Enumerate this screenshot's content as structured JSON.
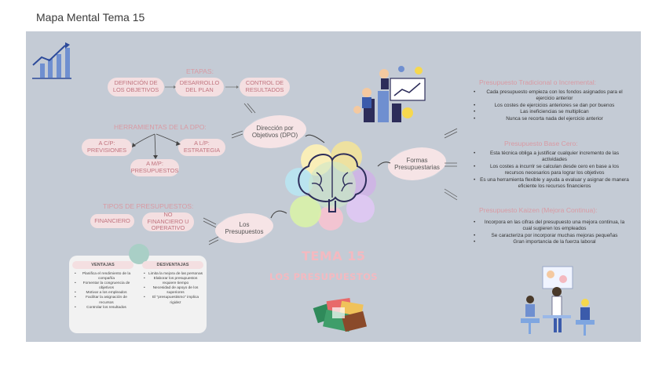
{
  "page_title": "Mapa Mental Tema 15",
  "center": {
    "title": "TEMA 15",
    "subtitle": "LOS PRESUPUESTOS"
  },
  "nodes": {
    "dpo": "Dirección por Objetivos (DPO)",
    "formas": "Formas Presupuestarias",
    "presupuestos": "Los Presupuestos"
  },
  "etapas": {
    "label": "ETAPAS:",
    "items": [
      "DEFINICIÓN DE LOS OBJETIVOS",
      "DESARROLLO DEL PLAN",
      "CONTROL DE RESULTADOS"
    ]
  },
  "herramientas": {
    "label": "HERRAMIENTAS DE LA DPO:",
    "items": [
      "A C/P: PREVISIONES",
      "A L/P: ESTRATEGIA",
      "A M/P: PRESUPUESTOS"
    ]
  },
  "tipos": {
    "label": "TIPOS DE PRESUPUESTOS:",
    "items": [
      "FINANCIERO",
      "NO FINANCIERO U OPERATIVO"
    ]
  },
  "tradicional": {
    "label": "Presupuesto Tradicional o Incremental:",
    "items": [
      "Cada presupuesto empieza con los fondos asignados para el ejercicio anterior",
      "Los costes de ejercicios anteriores se dan por buenos",
      "Las ineficiencias se multiplican",
      "Nunca se recorta nada del ejercicio anterior"
    ]
  },
  "base_cero": {
    "label": "Presupuesto Base Cero:",
    "items": [
      "Esta técnica obliga a justificar cualquier incremento de las actividades",
      "Los costes a incurrir se calculan desde cero en base a los recursos necesarios para lograr los objetivos",
      "Es una herramienta flexible y ayuda a evaluar y asignar de manera eficiente los recursos financieros"
    ]
  },
  "kaizen": {
    "label": "Presupuesto Kaizen (Mejora Continua):",
    "items": [
      "Incorpora en las cifras del presupuesto una mejora continua, la cual sugieren los empleados",
      "Se caracteriza por incorporar muchas mejoras pequeñas",
      "Gran importancia de la fuerza laboral"
    ]
  },
  "card": {
    "ventajas_label": "VENTAJAS",
    "desventajas_label": "DESVENTAJAS",
    "ventajas": [
      "Planifica el rendimiento de la compañía",
      "Fomentar la congruencia de objetivos",
      "Motivar a los empleados",
      "Facilitar la asignación de recursos",
      "Controlar los resultados"
    ],
    "desventajas": [
      "Limita la mejora de las personas",
      "Elaborar los presupuestos requiere tiempo",
      "Necesidad de apoyo de los superiores",
      "El \"presupuestismo\" implica rigidez"
    ]
  },
  "colors": {
    "board": "#c4cbd5",
    "pill": "#f4dfe1",
    "pill_text": "#c0737e",
    "accent": "#f4b9c0"
  }
}
